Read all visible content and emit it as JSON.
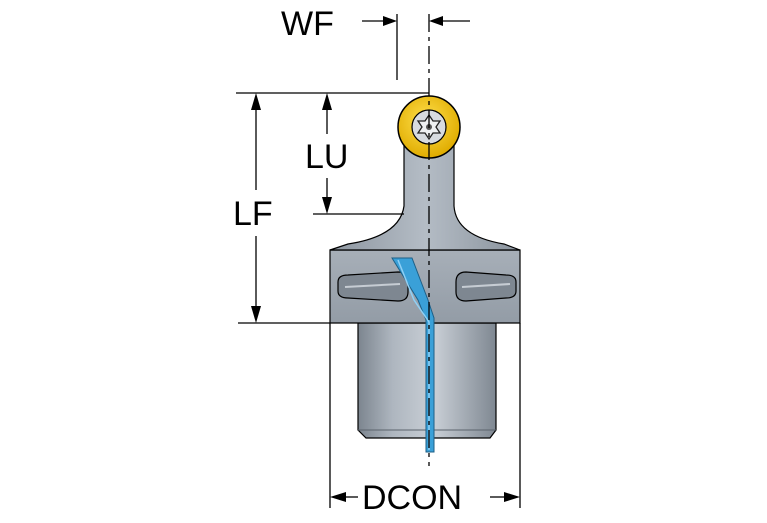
{
  "dimensions": {
    "wf": "WF",
    "lu": "LU",
    "lf": "LF",
    "dcon": "DCON"
  },
  "colors": {
    "tool_body": "#9aa3ad",
    "tool_body_light": "#b9c0c8",
    "tool_body_dark": "#6f7882",
    "insert": "#f2c400",
    "coolant": "#3aa0d8",
    "line": "#000000",
    "background": "#ffffff"
  },
  "icons": {
    "insert_screw": "torx-screw-icon"
  }
}
